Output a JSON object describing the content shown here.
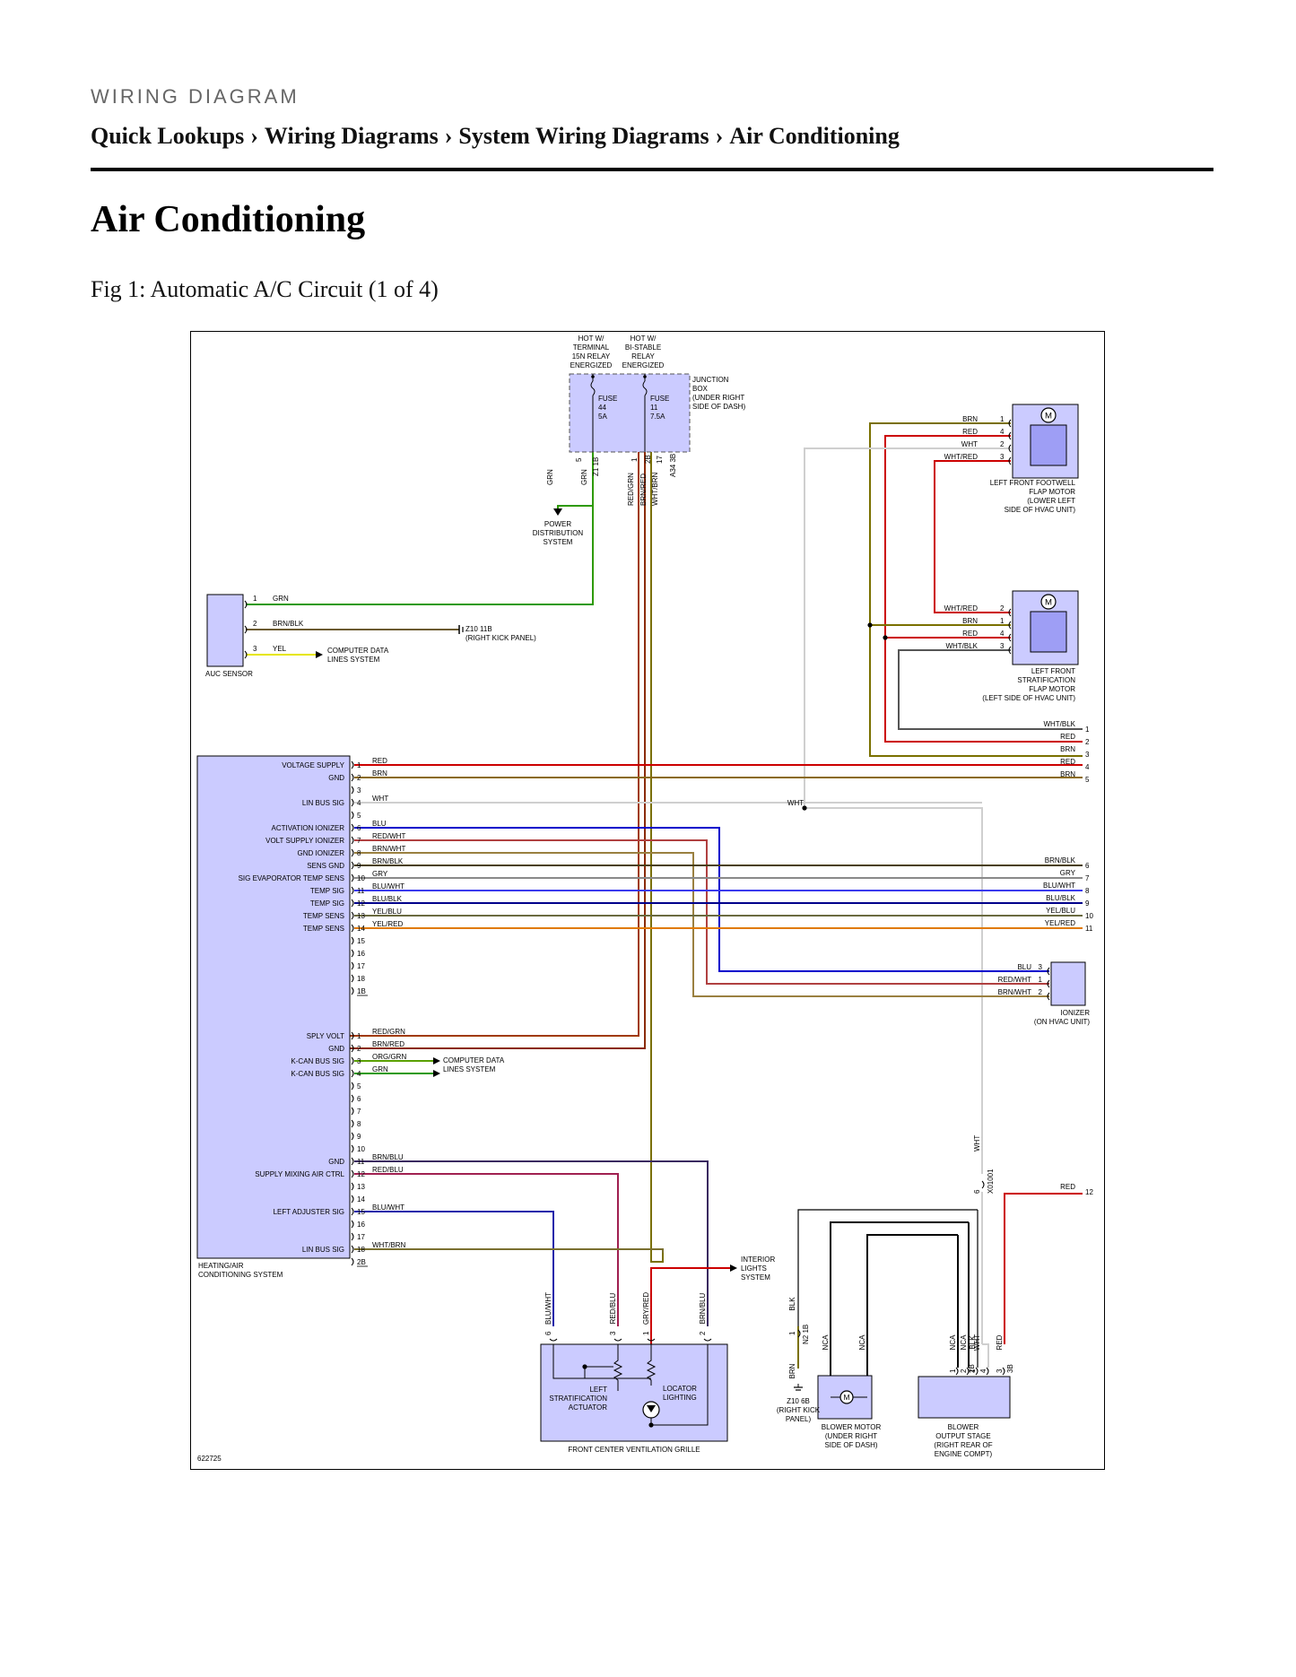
{
  "header": {
    "kicker": "WIRING DIAGRAM",
    "breadcrumbs": [
      "Quick Lookups",
      "Wiring Diagrams",
      "System Wiring Diagrams",
      "Air Conditioning"
    ],
    "separator": "›"
  },
  "page_title": "Air Conditioning",
  "figure_caption": "Fig 1: Automatic A/C Circuit (1 of 4)",
  "diagram": {
    "figure_id": "622725",
    "colors": {
      "RED": "#cc0000",
      "BRN": "#6b3a00",
      "BLU": "#0000cc",
      "GRN": "#2e9a00",
      "YEL": "#e6e600",
      "BLK": "#000000",
      "WHT": "#cfcfcf",
      "GRY": "#8a8a8a",
      "ORG": "#e07a00",
      "OLIVE": "#7a7000",
      "component_fill": "#cbcbff",
      "motor_fill": "#9e9ef5"
    },
    "texts": {
      "hot_terminal": "HOT W/\nTERMINAL\n15N RELAY\nENERGIZED",
      "hot_bistable": "HOT W/\nBI-STABLE\nRELAY\nENERGIZED",
      "junction_box": "JUNCTION\nBOX\n(UNDER RIGHT\nSIDE OF DASH)",
      "fuse44": "FUSE\n44\n5A",
      "fuse11": "FUSE\n11\n7.5A",
      "power_dist": "POWER\nDISTRIBUTION\nSYSTEM",
      "footwell_motor": "LEFT FRONT FOOTWELL\nFLAP MOTOR\n(LOWER LEFT\nSIDE OF HVAC UNIT)",
      "strat_motor": "LEFT FRONT\nSTRATIFICATION\nFLAP MOTOR\n(LEFT SIDE OF HVAC UNIT)",
      "auc_sensor": "AUC SENSOR",
      "ground_z10_11b": "Z10 11B\n(RIGHT KICK PANEL)",
      "computer_data_1": "COMPUTER DATA\nLINES SYSTEM",
      "computer_data_2": "COMPUTER DATA\nLINES SYSTEM",
      "hvac_system": "HEATING/AIR\nCONDITIONING SYSTEM",
      "ionizer": "IONIZER\n(ON HVAC UNIT)",
      "interior_lights": "INTERIOR\nLIGHTS\nSYSTEM",
      "left_strat_actuator": "LEFT\nSTRATIFICATION\nACTUATOR",
      "locator_lighting": "LOCATOR\nLIGHTING",
      "front_vent_grille": "FRONT CENTER VENTILATION GRILLE",
      "ground_z10_6b": "Z10 6B\n(RIGHT KICK\nPANEL)",
      "blower_motor": "BLOWER MOTOR\n(UNDER RIGHT\nSIDE OF DASH)",
      "blower_output": "BLOWER\nOUTPUT STAGE\n(RIGHT REAR OF\nENGINE COMPT)",
      "motor_symbol": "M",
      "splice_x01001": "X01001",
      "conn_z1_1b": "Z1 1B",
      "conn_a34_3b": "A34 3B",
      "conn_n2_1b": "N2 1B",
      "pin_1b": "1B",
      "pin_2b": "2B",
      "pin_3b": "3B"
    },
    "connector1_pins": [
      {
        "pin": "1",
        "function": "VOLTAGE SUPPLY",
        "wire": "RED"
      },
      {
        "pin": "2",
        "function": "GND",
        "wire": "BRN"
      },
      {
        "pin": "3",
        "function": "",
        "wire": ""
      },
      {
        "pin": "4",
        "function": "LIN BUS SIG",
        "wire": "WHT"
      },
      {
        "pin": "5",
        "function": "",
        "wire": ""
      },
      {
        "pin": "6",
        "function": "ACTIVATION IONIZER",
        "wire": "BLU"
      },
      {
        "pin": "7",
        "function": "VOLT SUPPLY IONIZER",
        "wire": "RED/WHT"
      },
      {
        "pin": "8",
        "function": "GND IONIZER",
        "wire": "BRN/WHT"
      },
      {
        "pin": "9",
        "function": "SENS GND",
        "wire": "BRN/BLK"
      },
      {
        "pin": "10",
        "function": "SIG EVAPORATOR TEMP SENS",
        "wire": "GRY"
      },
      {
        "pin": "11",
        "function": "TEMP SIG",
        "wire": "BLU/WHT"
      },
      {
        "pin": "12",
        "function": "TEMP SIG",
        "wire": "BLU/BLK"
      },
      {
        "pin": "13",
        "function": "TEMP SENS",
        "wire": "YEL/BLU"
      },
      {
        "pin": "14",
        "function": "TEMP SENS",
        "wire": "YEL/RED"
      },
      {
        "pin": "15",
        "function": "",
        "wire": ""
      },
      {
        "pin": "16",
        "function": "",
        "wire": ""
      },
      {
        "pin": "17",
        "function": "",
        "wire": ""
      },
      {
        "pin": "18",
        "function": "",
        "wire": ""
      },
      {
        "pin": "1B",
        "function": "",
        "wire": ""
      }
    ],
    "connector2_pins": [
      {
        "pin": "1",
        "function": "SPLY VOLT",
        "wire": "RED/GRN"
      },
      {
        "pin": "2",
        "function": "GND",
        "wire": "BRN/RED"
      },
      {
        "pin": "3",
        "function": "K-CAN BUS SIG",
        "wire": "ORG/GRN"
      },
      {
        "pin": "4",
        "function": "K-CAN BUS SIG",
        "wire": "GRN"
      },
      {
        "pin": "5",
        "function": "",
        "wire": ""
      },
      {
        "pin": "6",
        "function": "",
        "wire": ""
      },
      {
        "pin": "7",
        "function": "",
        "wire": ""
      },
      {
        "pin": "8",
        "function": "",
        "wire": ""
      },
      {
        "pin": "9",
        "function": "",
        "wire": ""
      },
      {
        "pin": "10",
        "function": "",
        "wire": ""
      },
      {
        "pin": "11",
        "function": "GND",
        "wire": "BRN/BLU"
      },
      {
        "pin": "12",
        "function": "SUPPLY MIXING AIR CTRL",
        "wire": "RED/BLU"
      },
      {
        "pin": "13",
        "function": "",
        "wire": ""
      },
      {
        "pin": "14",
        "function": "",
        "wire": ""
      },
      {
        "pin": "15",
        "function": "LEFT ADJUSTER SIG",
        "wire": "BLU/WHT"
      },
      {
        "pin": "16",
        "function": "",
        "wire": ""
      },
      {
        "pin": "17",
        "function": "",
        "wire": ""
      },
      {
        "pin": "18",
        "function": "LIN BUS SIG",
        "wire": "WHT/BRN"
      },
      {
        "pin": "2B",
        "function": "",
        "wire": ""
      }
    ],
    "labels": [
      {
        "id": "jb-p5",
        "text": "5"
      },
      {
        "id": "jb-p1",
        "text": "1"
      },
      {
        "id": "jb-p2b",
        "text": "2B"
      },
      {
        "id": "jb-p17",
        "text": "17"
      },
      {
        "id": "w-grn-a",
        "text": "GRN"
      },
      {
        "id": "w-grn-b",
        "text": "GRN"
      },
      {
        "id": "w-redgrn-v",
        "text": "RED/GRN"
      },
      {
        "id": "w-brnred-v",
        "text": "BRN/RED"
      },
      {
        "id": "w-whtbrn-v",
        "text": "WHT/BRN"
      },
      {
        "id": "fw-brn",
        "text": "BRN"
      },
      {
        "id": "fw-red",
        "text": "RED"
      },
      {
        "id": "fw-wht",
        "text": "WHT"
      },
      {
        "id": "fw-whtred",
        "text": "WHT/RED"
      },
      {
        "id": "fw-p1",
        "text": "1"
      },
      {
        "id": "fw-p4",
        "text": "4"
      },
      {
        "id": "fw-p2",
        "text": "2"
      },
      {
        "id": "fw-p3",
        "text": "3"
      },
      {
        "id": "sm-whtred",
        "text": "WHT/RED"
      },
      {
        "id": "sm-brn",
        "text": "BRN"
      },
      {
        "id": "sm-red",
        "text": "RED"
      },
      {
        "id": "sm-whtblk",
        "text": "WHT/BLK"
      },
      {
        "id": "sm-p2",
        "text": "2"
      },
      {
        "id": "sm-p1",
        "text": "1"
      },
      {
        "id": "sm-p4",
        "text": "4"
      },
      {
        "id": "sm-p3",
        "text": "3"
      },
      {
        "id": "auc-p1",
        "text": "1"
      },
      {
        "id": "auc-p2",
        "text": "2"
      },
      {
        "id": "auc-p3",
        "text": "3"
      },
      {
        "id": "auc-grn",
        "text": "GRN"
      },
      {
        "id": "auc-brnblk",
        "text": "BRN/BLK"
      },
      {
        "id": "auc-yel",
        "text": "YEL"
      },
      {
        "id": "r-whtblk",
        "text": "WHT/BLK"
      },
      {
        "id": "r-red1",
        "text": "RED"
      },
      {
        "id": "r-brn1",
        "text": "BRN"
      },
      {
        "id": "r-red2",
        "text": "RED"
      },
      {
        "id": "r-brn2",
        "text": "BRN"
      },
      {
        "id": "r-1",
        "text": "1"
      },
      {
        "id": "r-2",
        "text": "2"
      },
      {
        "id": "r-3",
        "text": "3"
      },
      {
        "id": "r-4",
        "text": "4"
      },
      {
        "id": "r-5",
        "text": "5"
      },
      {
        "id": "mid-wht",
        "text": "WHT"
      },
      {
        "id": "r-brnblk",
        "text": "BRN/BLK"
      },
      {
        "id": "r-gry",
        "text": "GRY"
      },
      {
        "id": "r-bluwht",
        "text": "BLU/WHT"
      },
      {
        "id": "r-blublk",
        "text": "BLU/BLK"
      },
      {
        "id": "r-yelblu",
        "text": "YEL/BLU"
      },
      {
        "id": "r-yelred",
        "text": "YEL/RED"
      },
      {
        "id": "r-6",
        "text": "6"
      },
      {
        "id": "r-7",
        "text": "7"
      },
      {
        "id": "r-8",
        "text": "8"
      },
      {
        "id": "r-9",
        "text": "9"
      },
      {
        "id": "r-10",
        "text": "10"
      },
      {
        "id": "r-11",
        "text": "11"
      },
      {
        "id": "ion-blu",
        "text": "BLU"
      },
      {
        "id": "ion-redwht",
        "text": "RED/WHT"
      },
      {
        "id": "ion-brnwht",
        "text": "BRN/WHT"
      },
      {
        "id": "ion-p3",
        "text": "3"
      },
      {
        "id": "ion-p1",
        "text": "1"
      },
      {
        "id": "ion-p2",
        "text": "2"
      },
      {
        "id": "splice-wht",
        "text": "WHT"
      },
      {
        "id": "splice-6",
        "text": "6"
      },
      {
        "id": "r-red12",
        "text": "RED"
      },
      {
        "id": "r-12",
        "text": "12"
      },
      {
        "id": "g-bluwht",
        "text": "BLU/WHT"
      },
      {
        "id": "g-redblu",
        "text": "RED/BLU"
      },
      {
        "id": "g-gryred",
        "text": "GRY/RED"
      },
      {
        "id": "g-brnblu",
        "text": "BRN/BLU"
      },
      {
        "id": "g-p6",
        "text": "6"
      },
      {
        "id": "g-p3",
        "text": "3"
      },
      {
        "id": "g-p1",
        "text": "1"
      },
      {
        "id": "g-p2",
        "text": "2"
      },
      {
        "id": "bl-blk",
        "text": "BLK"
      },
      {
        "id": "bl-p1",
        "text": "1"
      },
      {
        "id": "bl-brn",
        "text": "BRN"
      },
      {
        "id": "bl-nca1",
        "text": "NCA"
      },
      {
        "id": "bl-nca2",
        "text": "NCA"
      },
      {
        "id": "bl-nca3",
        "text": "NCA"
      },
      {
        "id": "bl-nca4",
        "text": "NCA"
      },
      {
        "id": "bl-blk2",
        "text": "BLK"
      },
      {
        "id": "bl-wht",
        "text": "WHT"
      },
      {
        "id": "bl-red",
        "text": "RED"
      },
      {
        "id": "bo-p1",
        "text": "1"
      },
      {
        "id": "bo-p2",
        "text": "2"
      },
      {
        "id": "bo-p1b",
        "text": "1"
      },
      {
        "id": "bo-p4",
        "text": "4"
      },
      {
        "id": "bo-p3",
        "text": "3"
      }
    ]
  }
}
